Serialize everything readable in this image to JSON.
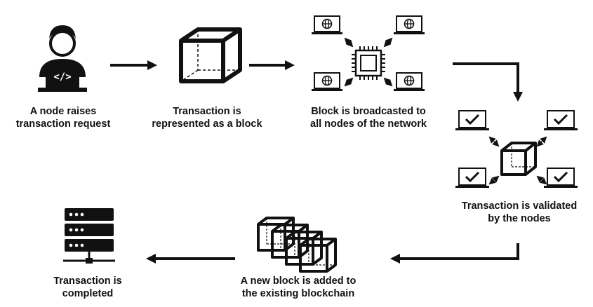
{
  "steps": {
    "raise": {
      "line1": "A node raises",
      "line2": "transaction request"
    },
    "block": {
      "line1": "Transaction is",
      "line2": "represented as a block"
    },
    "broadcast": {
      "line1": "Block is broadcasted to",
      "line2": "all nodes of the network"
    },
    "validate": {
      "line1": "Transaction is validated",
      "line2": "by the nodes"
    },
    "added": {
      "line1": "A new block is added to",
      "line2": "the existing blockchain"
    },
    "completed": {
      "line1": "Transaction is",
      "line2": "completed"
    }
  },
  "icons": {
    "user": "person-with-laptop-icon",
    "cube": "cube-block-icon",
    "network": "chip-network-icon",
    "validation": "validated-network-icon",
    "chain": "blockchain-icon",
    "server": "server-icon"
  },
  "colors": {
    "stroke": "#111111",
    "background": "#ffffff"
  }
}
